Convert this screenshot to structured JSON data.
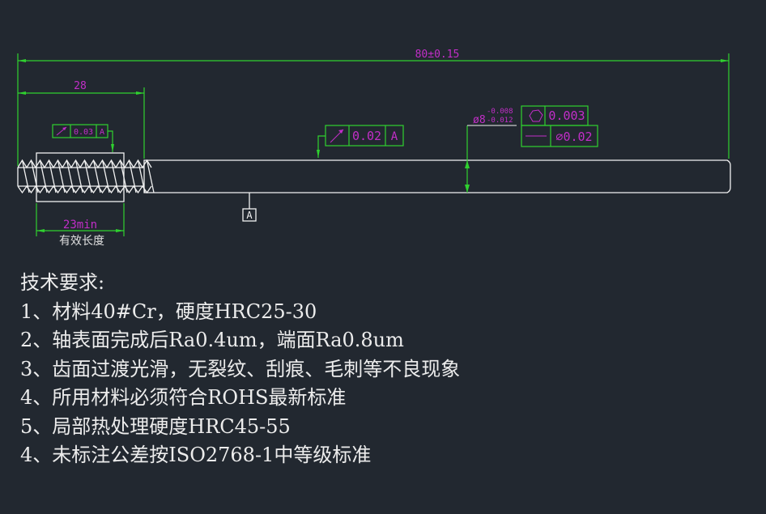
{
  "drawing": {
    "overall_length": "80±0.15",
    "thread_length": "28",
    "effective_length": "23min",
    "effective_length_label": "有效长度",
    "datum": "A",
    "fcf_thread": {
      "symbol": "runout",
      "tolerance": "0.03",
      "datum": "A"
    },
    "fcf_shaft": {
      "symbol": "runout",
      "tolerance": "0.02",
      "datum": "A"
    },
    "diameter": {
      "nominal": "ø8",
      "upper": "-0.008",
      "lower": "-0.012"
    },
    "fcf_diameter": {
      "row1": {
        "symbol": "circularity",
        "tolerance": "0.003"
      },
      "row2": {
        "symbol": "straightness",
        "tolerance": "∅0.02"
      }
    }
  },
  "notes": {
    "title": "技术要求:",
    "items": [
      "1、材料40#Cr，硬度HRC25-30",
      "2、轴表面完成后Ra0.4um，端面Ra0.8um",
      "3、齿面过渡光滑，无裂纹、刮痕、毛刺等不良现象",
      "4、所用材料必须符合ROHS最新标准",
      "5、局部热处理硬度HRC45-55",
      "4、未标注公差按ISO2768-1中等级标准"
    ]
  },
  "colors": {
    "background": "#222830",
    "dimension": "#2fd12f",
    "text": "#c22ec8",
    "geometry": "#f2f2f2"
  }
}
